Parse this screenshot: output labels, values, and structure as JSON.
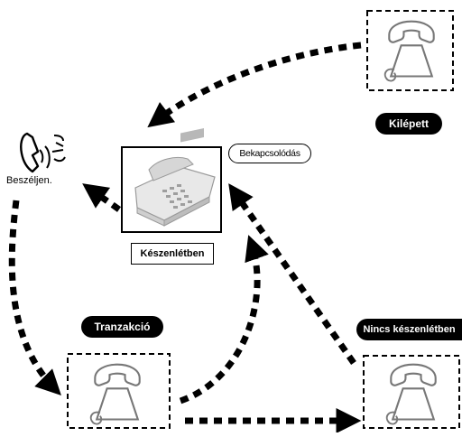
{
  "states": {
    "ready": "Készenlétben",
    "exited": "Kilépett",
    "transaction": "Tranzakció",
    "not_ready": "Nincs készenlétben"
  },
  "actions": {
    "connect": "Bekapcsolódás",
    "speak": "Beszéljen."
  },
  "colors": {
    "line": "#000000",
    "fill_label": "#000000",
    "phone_gray": "#c8c8c8"
  },
  "icons": [
    "phone-icon",
    "desk-phone-icon",
    "speaking-caller-icon"
  ]
}
